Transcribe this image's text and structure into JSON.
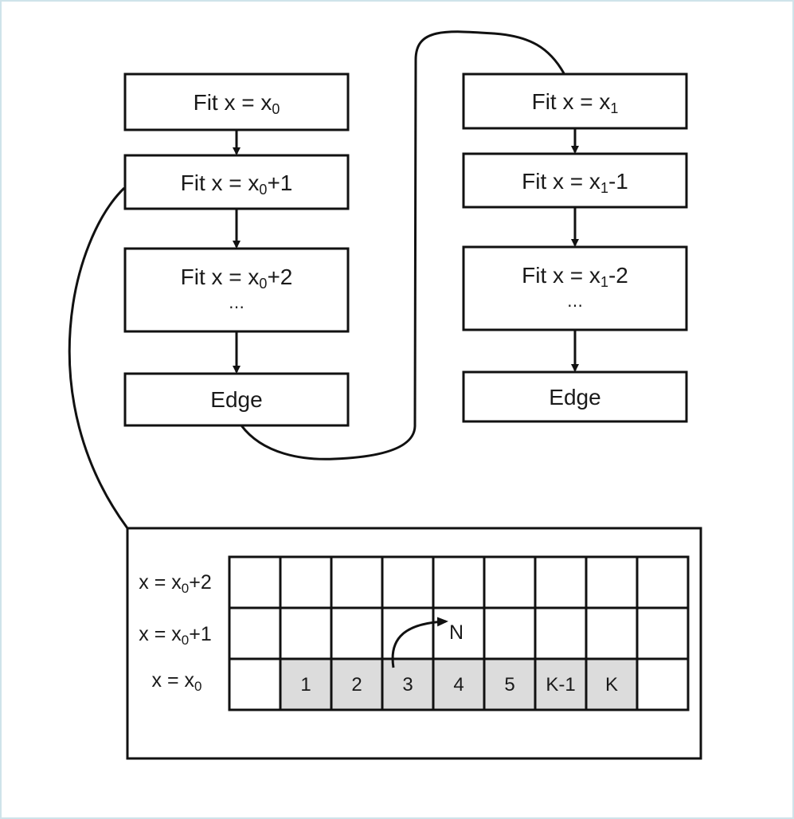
{
  "colors": {
    "frame_border": "#cfe3ea",
    "line": "#111111",
    "shaded_cell": "#dcdcdc",
    "background": "#ffffff"
  },
  "left_chain": [
    {
      "main": "Fit x = x",
      "sub": "0",
      "tail": "",
      "dots": ""
    },
    {
      "main": "Fit x = x",
      "sub": "0",
      "tail": "+1",
      "dots": ""
    },
    {
      "main": "Fit x = x",
      "sub": "0",
      "tail": "+2",
      "dots": "…"
    },
    {
      "main": "Edge",
      "sub": "",
      "tail": "",
      "dots": ""
    }
  ],
  "right_chain": [
    {
      "main": "Fit x = x",
      "sub": "1",
      "tail": "",
      "dots": ""
    },
    {
      "main": "Fit x = x",
      "sub": "1",
      "tail": "-1",
      "dots": ""
    },
    {
      "main": "Fit x = x",
      "sub": "1",
      "tail": "-2",
      "dots": "…"
    },
    {
      "main": "Edge",
      "sub": "",
      "tail": "",
      "dots": ""
    }
  ],
  "detail": {
    "rows": [
      {
        "main": "x = x",
        "sub": "0",
        "tail": "+2"
      },
      {
        "main": "x = x",
        "sub": "0",
        "tail": "+1"
      },
      {
        "main": "x = x",
        "sub": "0",
        "tail": ""
      }
    ],
    "cell_labels": [
      "",
      "1",
      "2",
      "3",
      "4",
      "5",
      "K-1",
      "K",
      ""
    ],
    "shaded_cells": [
      1,
      2,
      3,
      4,
      5,
      6,
      7
    ],
    "neighbor_label": "N"
  }
}
